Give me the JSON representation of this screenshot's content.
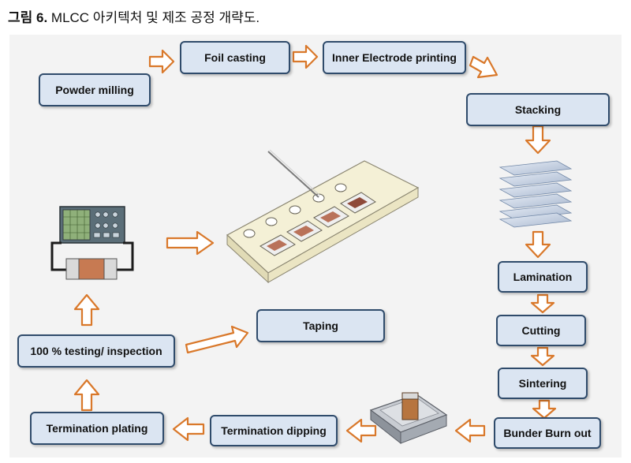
{
  "caption": {
    "figure": "그림 6.",
    "text": " MLCC 아키텍처 및 제조 공정 개략도."
  },
  "steps": {
    "powder_milling": "Powder milling",
    "foil_casting": "Foil casting",
    "inner_electrode_printing": "Inner Electrode printing",
    "stacking": "Stacking",
    "lamination": "Lamination",
    "cutting": "Cutting",
    "sintering": "Sintering",
    "bunder_burn_out": "Bunder Burn out",
    "termination_dipping": "Termination dipping",
    "termination_plating": "Termination plating",
    "testing_inspection": "100 % testing/ inspection",
    "taping": "Taping"
  },
  "colors": {
    "arrow_fill": "#ffffff",
    "arrow_stroke": "#d9782a",
    "box_fill": "#dbe5f2",
    "box_border": "#2f4b6b"
  }
}
